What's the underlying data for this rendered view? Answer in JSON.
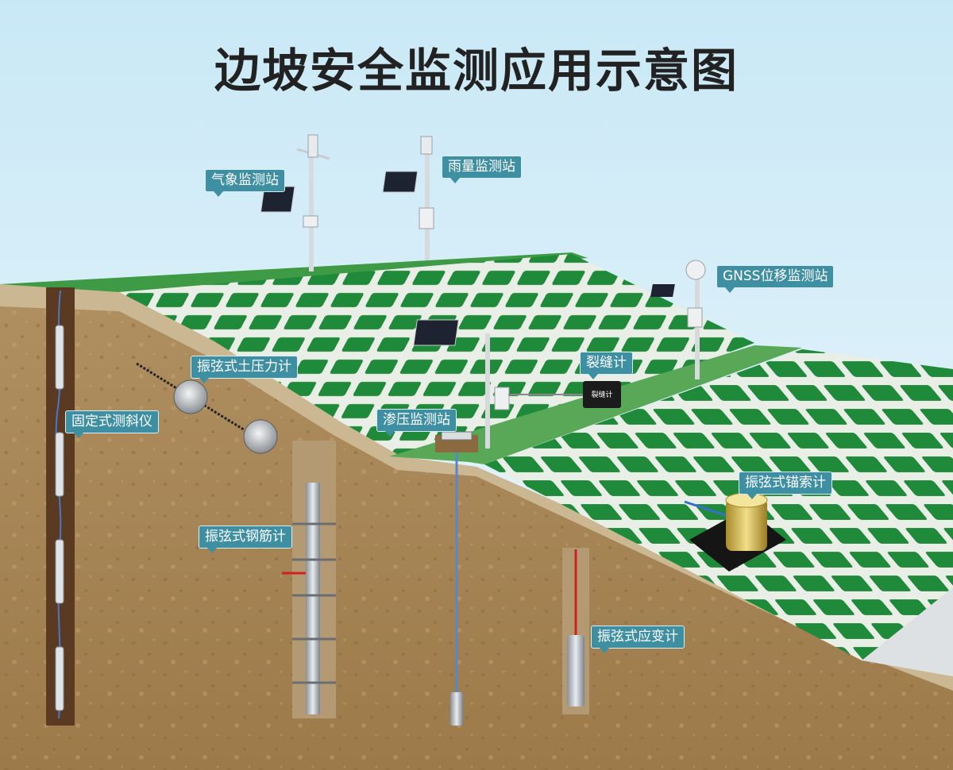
{
  "title": "边坡安全监测应用示意图",
  "labels": {
    "weather_station": "气象监测站",
    "rain_station": "雨量监测站",
    "gnss_station": "GNSS位移监测站",
    "crack_meter": "裂缝计",
    "seepage_station": "渗压监测站",
    "earth_pressure_cell": "振弦式土压力计",
    "fixed_inclinometer": "固定式测斜仪",
    "rebar_meter": "振弦式钢筋计",
    "anchor_cable_meter": "振弦式锚索计",
    "strain_gauge": "振弦式应变计",
    "crack_device_text": "裂缝计"
  },
  "colors": {
    "sky_top": "#cfeaf6",
    "sky_bottom": "#eaf6fb",
    "soil": "#a98758",
    "soil_light": "#c8b48d",
    "grass": "#5ea85c",
    "grid_cell": "#1f8a3a",
    "label_bg": "#3f8fa3"
  }
}
